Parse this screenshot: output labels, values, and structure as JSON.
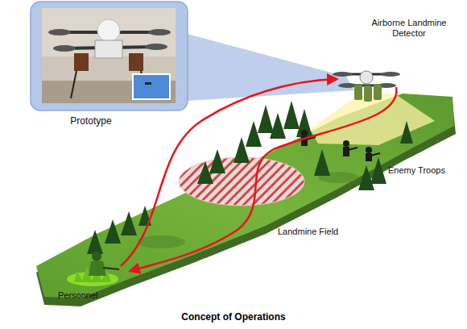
{
  "diagram": {
    "caption": "Concept of Operations",
    "nodes": [
      {
        "text": [
          "Prototype"
        ]
      }
    ],
    "labels": [
      "Airborne Landmine Detector",
      "Enemy Troops",
      "Landmine Field",
      "Personnel"
    ]
  }
}
